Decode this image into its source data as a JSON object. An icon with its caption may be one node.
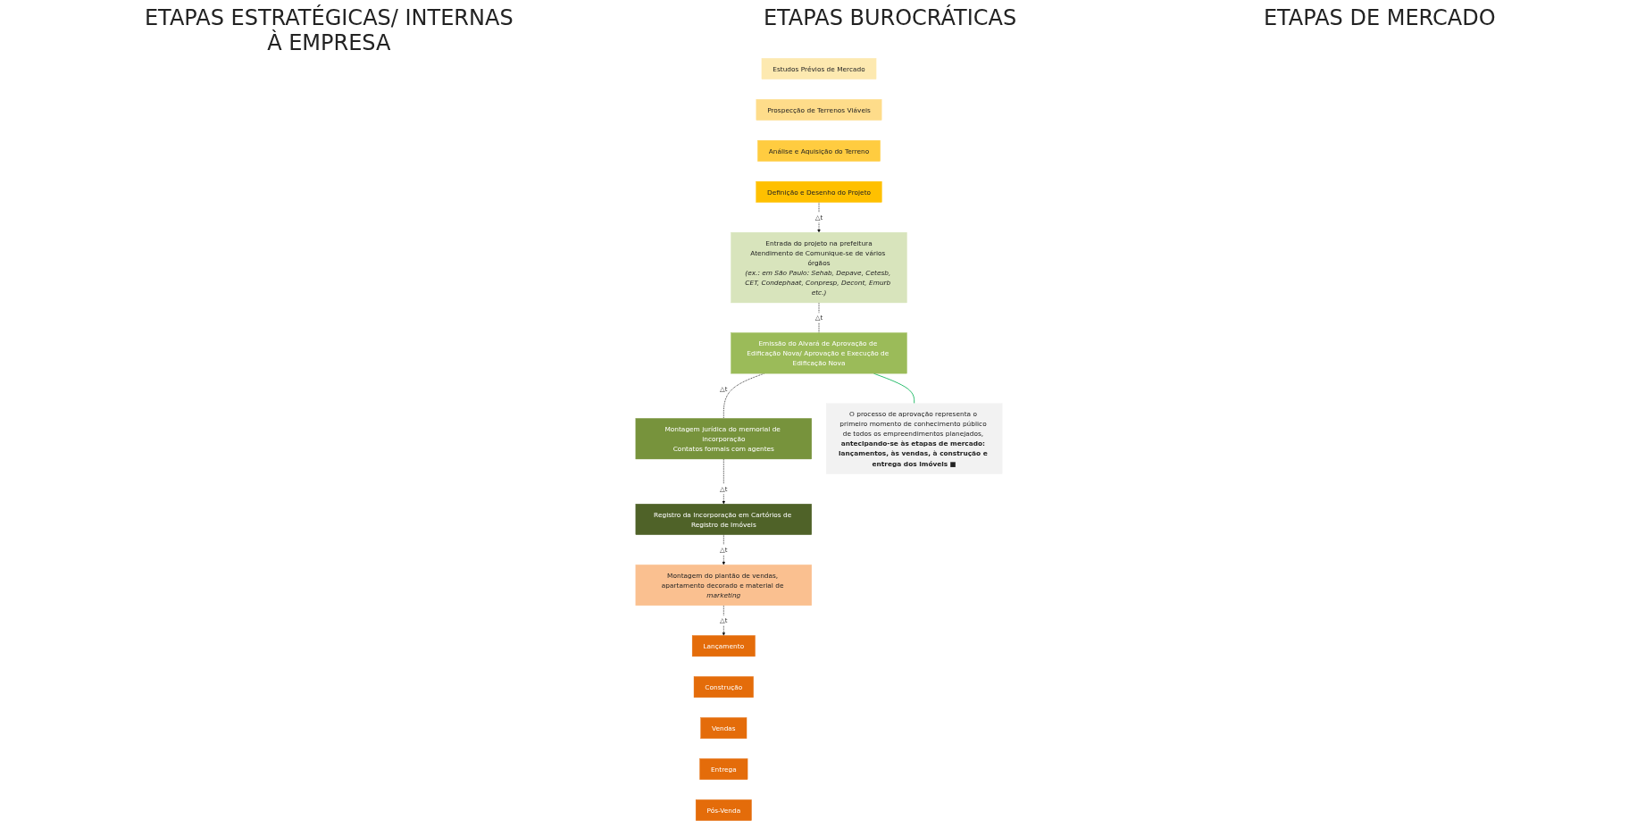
{
  "diagram": {
    "nodes": [
      {
        "text": [
          "Estudos Prévios de Mercado"
        ]
      },
      {
        "text": [
          "Prospecção de Terrenos Viáveis"
        ]
      },
      {
        "text": [
          "Análise e Aquisição do Terreno"
        ]
      },
      {
        "text": [
          "Definição e Desenho do Projeto"
        ]
      },
      {
        "text": [
          "Entrada do projeto na prefeitura",
          "Atendimento de Comunique-se de vários órgãos",
          "(ex.: em São Paulo: Sehab, Depave, Cetesb, CET, Condephaat, Conpresp, Decont, Emurb etc.)"
        ]
      },
      {
        "text": [
          "Emissão do Alvará de Aprovação de Edificação Nova/ Aprovação e Execução de Edificação Nova"
        ]
      },
      {
        "text": [
          "Montagem jurídica do memorial de incorporação",
          "Contatos formais com agentes"
        ]
      },
      {
        "text": [
          "Registro da Incorporação em Cartórios de Registro de Imóveis"
        ]
      },
      {
        "text": [
          "Montagem do plantão de vendas, apartamento decorado e material de *marketing*"
        ]
      },
      {
        "text": [
          "Lançamento"
        ]
      },
      {
        "text": [
          "Construção"
        ]
      },
      {
        "text": [
          "Vendas"
        ]
      },
      {
        "text": [
          "Entrega"
        ]
      },
      {
        "text": [
          "Pós-Venda"
        ]
      },
      {
        "text": [
          "O processo de aprovação representa o primeiro momento de conhecimento público de todos os empreendimentos planejados, **antecipando-se às etapas de mercado: lançamentos, às vendas, à construção e entrega dos imóveis ■**"
        ]
      }
    ],
    "edges": [
      {
        "from": 3,
        "to": 4,
        "arrow": "to",
        "style": "dashed",
        "label": "△t"
      },
      {
        "from": 4,
        "to": 5,
        "arrow": "none",
        "style": "dashed",
        "label": "△t"
      },
      {
        "from": 5,
        "to": 6,
        "arrow": "none",
        "style": "dashed",
        "label": "△t"
      },
      {
        "from": 6,
        "to": 7,
        "arrow": "to",
        "style": "dashed",
        "label": "△t"
      },
      {
        "from": 7,
        "to": 8,
        "arrow": "to",
        "style": "dashed",
        "label": "△t"
      },
      {
        "from": 8,
        "to": 9,
        "arrow": "to",
        "style": "dashed",
        "label": "△t"
      },
      {
        "from": 5,
        "to": 14,
        "arrow": "none",
        "color": "#00b050"
      }
    ],
    "labels": [
      "ETAPAS ESTRATÉGICAS/ INTERNAS À EMPRESA",
      "ETAPAS BUROCRÁTICAS",
      "ETAPAS DE MERCADO"
    ]
  }
}
